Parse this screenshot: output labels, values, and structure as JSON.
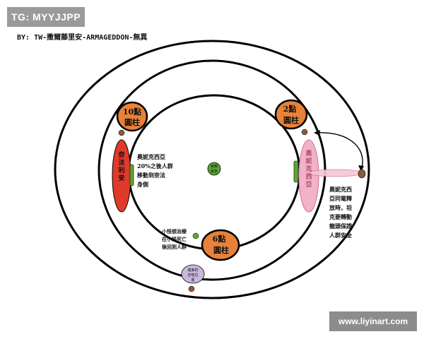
{
  "header": {
    "tg_label": "TG: MYYJJPP",
    "author": "BY: TW-撒爾藤里安-ARMAGEDDON-無異"
  },
  "pillars": {
    "ten_oclock": {
      "line1": "10點",
      "line2": "圓柱"
    },
    "two_oclock": {
      "line1": "2點",
      "line2": "圓柱"
    },
    "six_oclock": {
      "line1": "6點",
      "line2": "圓柱"
    }
  },
  "center_label": {
    "line1": "索爾",
    "line2": "薩查"
  },
  "left_zone": {
    "text": "奈法利安"
  },
  "right_zone": {
    "text": "奧妮克西亞"
  },
  "notes": {
    "left_note": [
      "奧妮克西亞",
      "20%之後人群",
      "移動到奈法",
      "身側"
    ],
    "right_note": [
      "奧妮克西",
      "亞同電釋",
      "放時，坦",
      "克要轉動",
      "龍頭保證",
      "人群安全"
    ],
    "bottom_note": [
      "小怪想治療",
      "在小怪死亡",
      "後回到人群"
    ],
    "bottom_circle": [
      "羅東的",
      "召喚位",
      "置"
    ]
  },
  "watermark": "www.liyinart.com",
  "colors": {
    "pillar_fill": "#e8823a",
    "left_zone": "#e03a2a",
    "right_zone": "#f2b2c8",
    "green_marker": "#5aa832",
    "brown_marker": "#8b5a3c",
    "summon_circle": "#c9b8dc",
    "ring_stroke": "#000000"
  }
}
